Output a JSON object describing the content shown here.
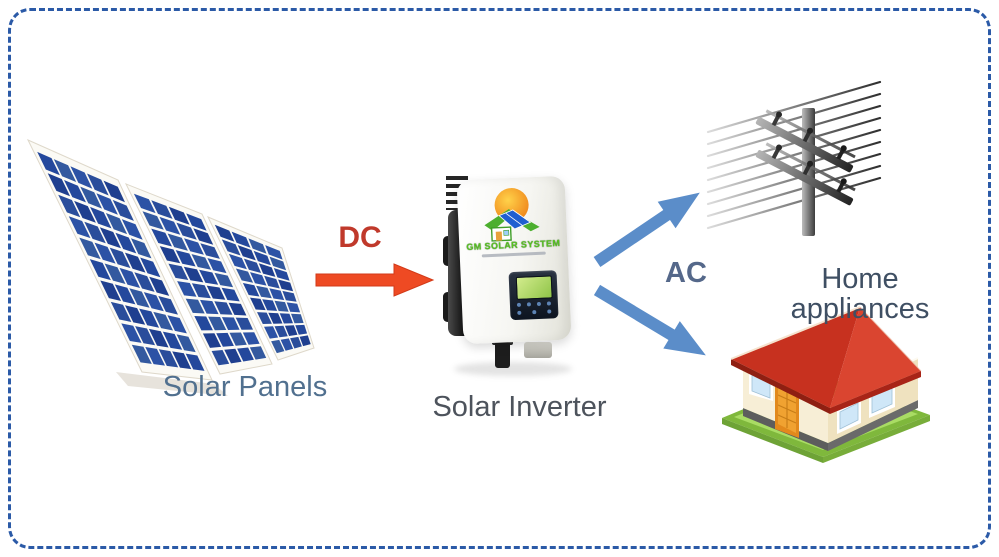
{
  "nodes": {
    "solar_panels": {
      "label": "Solar Panels"
    },
    "solar_inverter": {
      "label": "Solar Inverter",
      "logo_text": "GM SOLAR SYSTEM"
    },
    "home_appliances": {
      "label": "Home appliances"
    }
  },
  "arrows": {
    "dc": {
      "label": "DC"
    },
    "ac": {
      "label": "AC"
    }
  },
  "flow": [
    {
      "from": "solar-panels",
      "to": "solar-inverter",
      "label": "DC"
    },
    {
      "from": "solar-inverter",
      "to": "power-lines",
      "label": "AC"
    },
    {
      "from": "solar-inverter",
      "to": "house",
      "label": "AC"
    }
  ],
  "colors": {
    "border": "#2b5aa7",
    "dc_arrow": "#ee4a23",
    "dc_text": "#c0392b",
    "ac_arrow": "#5b8dc9",
    "ac_text": "#55688a",
    "name_text": "#51708f",
    "inverter_text": "#4d535c",
    "appliances_text": "#3f4f63",
    "panel_blue": "#2e4f9e",
    "roof_red": "#d63a2a",
    "grass_green": "#8cc344",
    "logo_green": "#58c322"
  }
}
